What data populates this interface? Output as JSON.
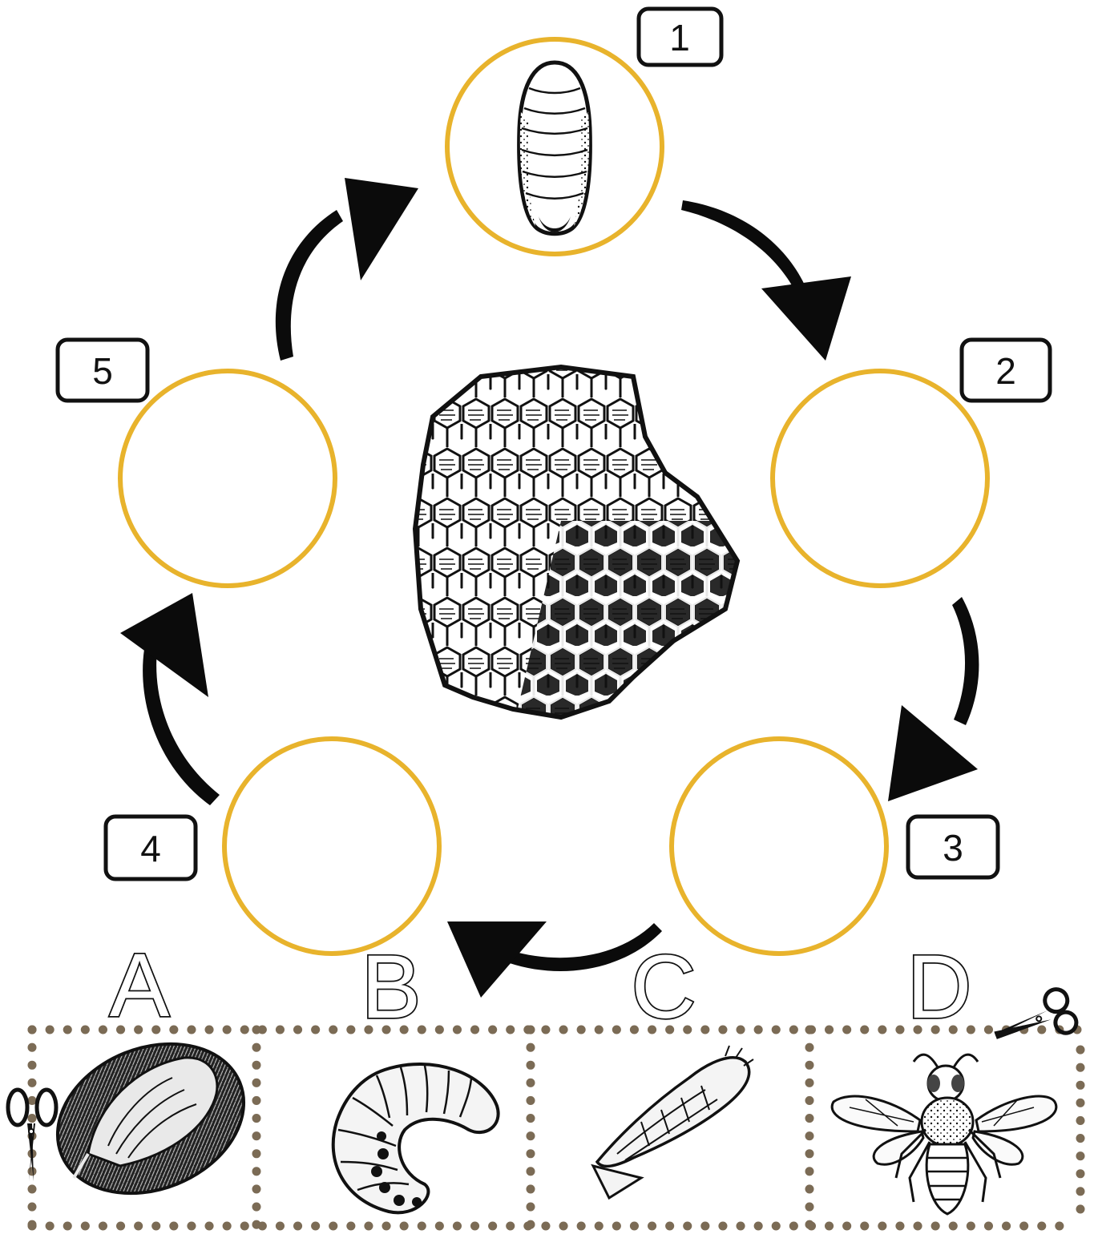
{
  "colors": {
    "ring": "#E8B32C",
    "arrow": "#0b0b0b",
    "dots": "#7B6B55",
    "ink": "#111111"
  },
  "stages": [
    {
      "number": "1",
      "content": "egg"
    },
    {
      "number": "2",
      "content": "empty"
    },
    {
      "number": "3",
      "content": "empty"
    },
    {
      "number": "4",
      "content": "empty"
    },
    {
      "number": "5",
      "content": "empty"
    }
  ],
  "center_image": "honeycomb",
  "cutouts": [
    {
      "letter": "A",
      "image": "pupa-in-cell"
    },
    {
      "letter": "B",
      "image": "larva"
    },
    {
      "letter": "C",
      "image": "pupa"
    },
    {
      "letter": "D",
      "image": "adult-bee"
    }
  ],
  "icons": [
    "scissors-icon",
    "scissors-icon"
  ]
}
